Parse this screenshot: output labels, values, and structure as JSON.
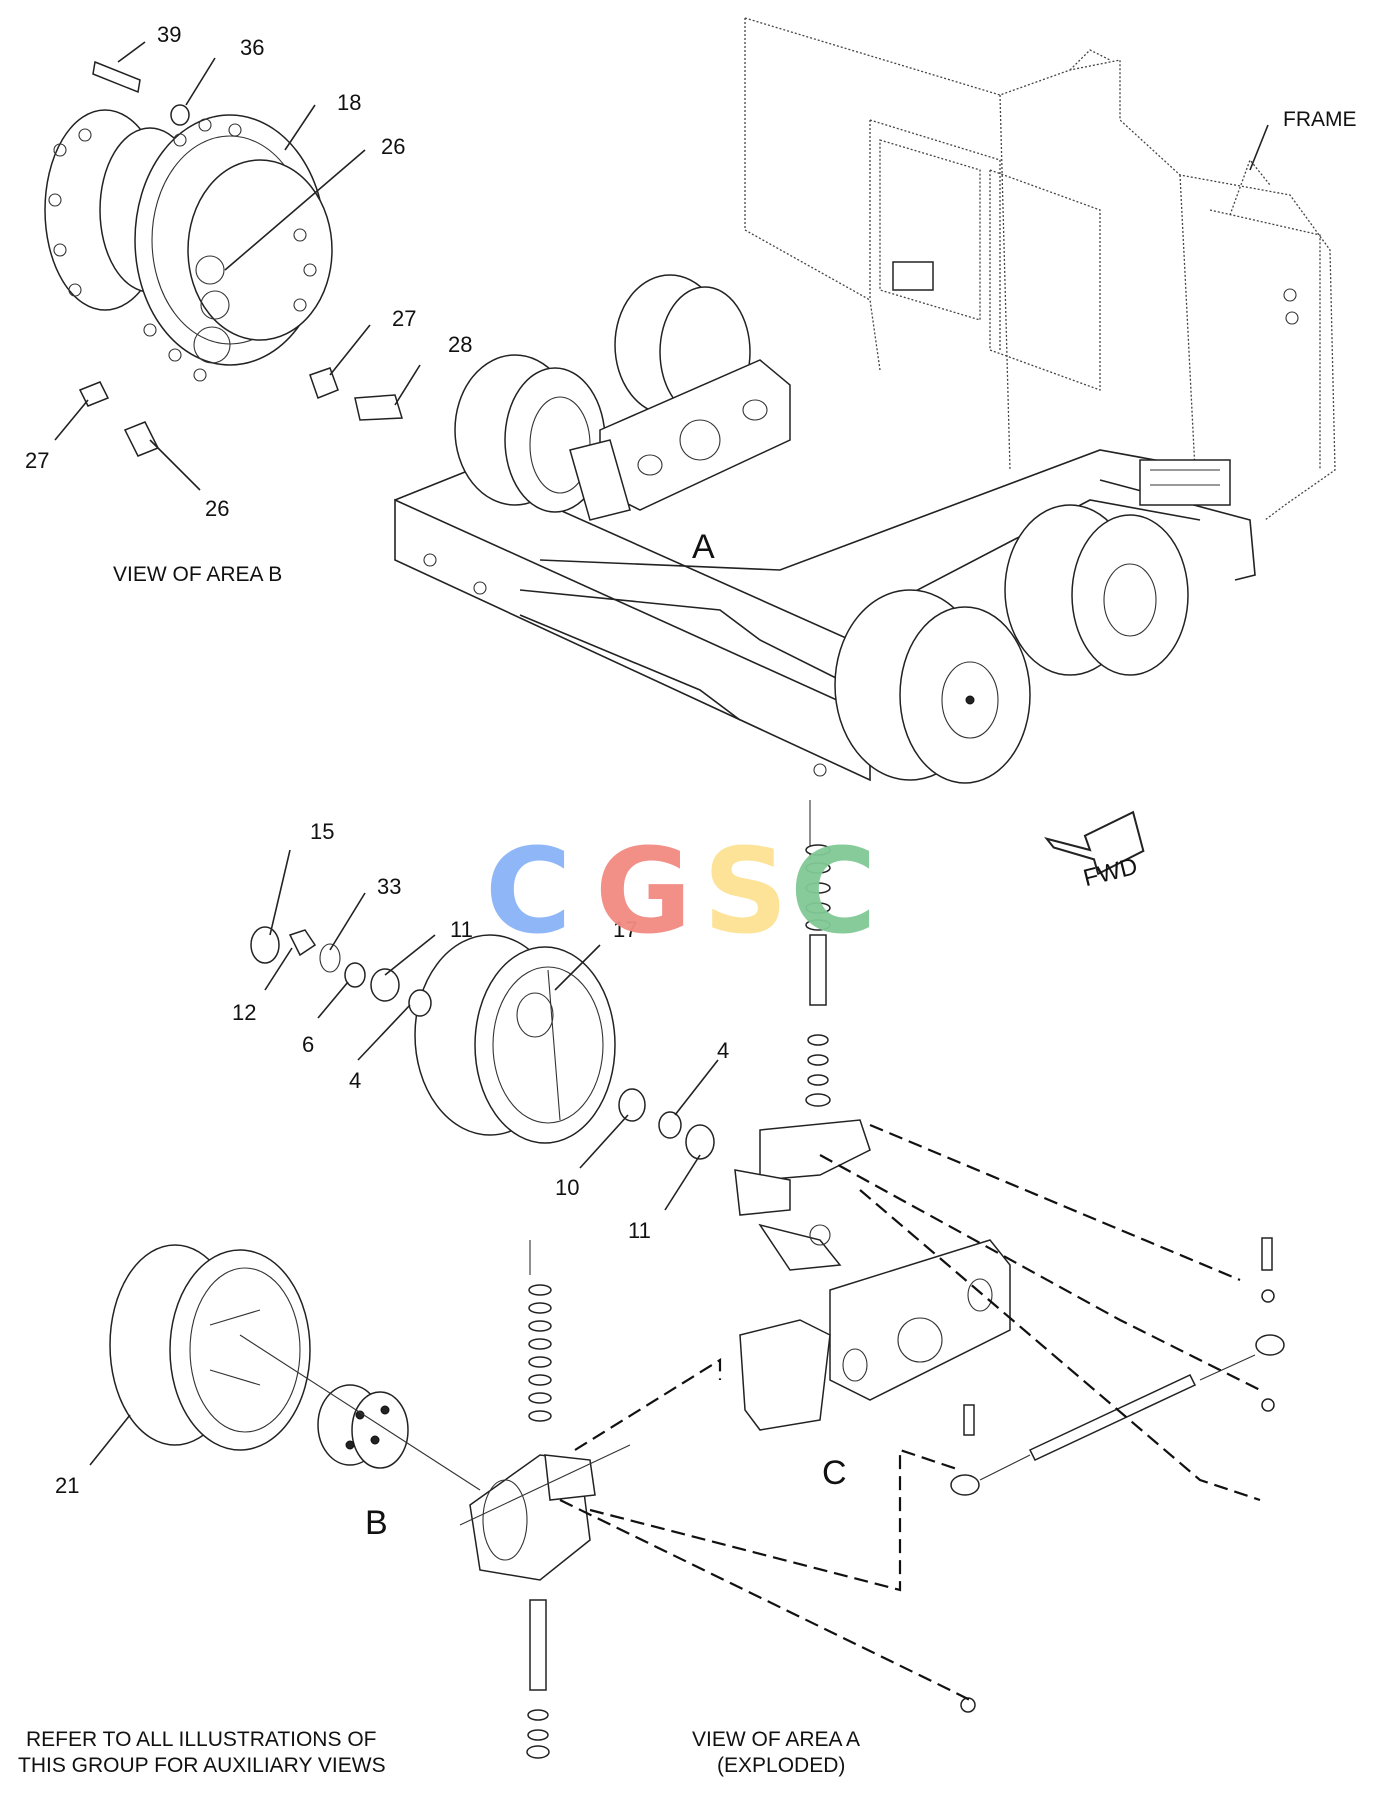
{
  "callouts": {
    "c39": "39",
    "c36": "36",
    "c18": "18",
    "c26a": "26",
    "c27a": "27",
    "c28": "28",
    "c27b": "27",
    "c26b": "26",
    "c15": "15",
    "c33": "33",
    "c11a": "11",
    "c17": "17",
    "c12": "12",
    "c6": "6",
    "c4a": "4",
    "c4b": "4",
    "c10": "10",
    "c11b": "11",
    "c21": "21"
  },
  "labels": {
    "frame": "FRAME",
    "area_a": "A",
    "area_b": "B",
    "area_c": "C",
    "fwd": "FWD",
    "view_area_b": "VIEW OF AREA  B",
    "refer_line1": "REFER TO ALL ILLUSTRATIONS OF",
    "refer_line2": "THIS GROUP FOR AUXILIARY VIEWS",
    "view_area_a_line1": "VIEW OF AREA  A",
    "view_area_a_line2": "(EXPLODED)"
  },
  "watermark": {
    "letters": [
      "C",
      "G",
      "S",
      "C"
    ],
    "colors": [
      "#8ab4f8",
      "#f28b82",
      "#fde293",
      "#81c995"
    ]
  }
}
